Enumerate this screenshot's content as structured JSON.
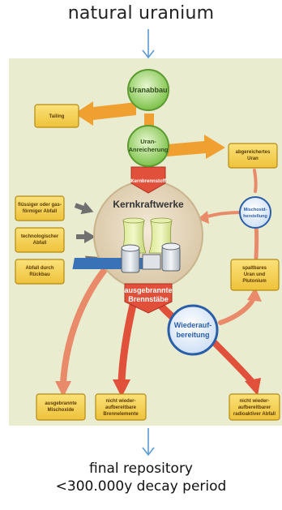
{
  "header": {
    "title": "natural uranium"
  },
  "footer": {
    "line1": "final repository",
    "line2": "<300.000y decay period"
  },
  "nodes": {
    "uranabbau": "Uranabbau",
    "anreicherung_1": "Uran-",
    "anreicherung_2": "Anreicherung",
    "kernbrennstoff": "Kernbrennstoff",
    "kernkraftwerke": "Kernkraftwerke",
    "ausgebrannte_1": "ausgebrannte",
    "ausgebrannte_2": "Brennstäbe",
    "wiederauf_1": "Wiederauf-",
    "wiederauf_2": "bereitung",
    "mischoxid_1": "Mischoxid-",
    "mischoxid_2": "herstellung"
  },
  "boxes": {
    "tailing": "Tailing",
    "abgereichert_1": "abgereichertes",
    "abgereichert_2": "Uran",
    "fluessig_1": "flüssiger oder gas-",
    "fluessig_2": "förmiger Abfall",
    "technologisch_1": "technologischer",
    "technologisch_2": "Abfall",
    "rueckbau_1": "Abfall durch",
    "rueckbau_2": "Rückbau",
    "spaltbar_1": "spaltbares",
    "spaltbar_2": "Uran und",
    "spaltbar_3": "Plutonium",
    "mischoxide_1": "ausgebrannte",
    "mischoxide_2": "Mischoxide",
    "brennelemente_1": "nicht wieder-",
    "brennelemente_2": "aufbereitbare",
    "brennelemente_3": "Brennelemente",
    "radioaktiv_1": "nicht wieder-",
    "radioaktiv_2": "aufbereitbarer",
    "radioaktiv_3": "radioaktiver Abfall"
  },
  "colors": {
    "panel": "#e9eccf",
    "box_fill": "#f6d24a",
    "box_stroke": "#b58a12",
    "green_node": "#7dc24a",
    "orange_arrow": "#f0a030",
    "red_arrow": "#e0503a",
    "salmon_arrow": "#e98a6a",
    "blue_node": "#2a5ea8",
    "gray_arrow": "#707070",
    "flow_arrow": "#5b9bd5"
  }
}
